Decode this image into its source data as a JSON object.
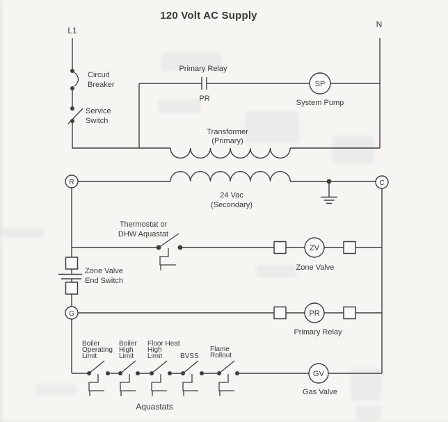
{
  "title": "120 Volt AC Supply",
  "colors": {
    "line": "#3e3e40",
    "text": "#39393b",
    "paper": "#f6f5f1",
    "paper_fill": "#f9f8f4"
  },
  "rails": {
    "l1": "L1",
    "n": "N"
  },
  "breaker": {
    "lines": [
      "Circuit",
      "Breaker"
    ]
  },
  "service": {
    "lines": [
      "Service",
      "Switch"
    ]
  },
  "relay_contact": {
    "label": "Primary Relay",
    "ref": "PR"
  },
  "pump": {
    "ref": "SP",
    "label": "System Pump"
  },
  "transformer": {
    "primary": [
      "Transformer",
      "(Primary)"
    ],
    "secondary": [
      "24 Vac",
      "(Secondary)"
    ]
  },
  "terminals": {
    "r": "R",
    "c": "C",
    "g": "G"
  },
  "thermostat": {
    "lines": [
      "Thermostat or",
      "DHW Aquastat"
    ]
  },
  "end_switch": {
    "lines": [
      "Zone Valve",
      "End Switch"
    ]
  },
  "zone_valve": {
    "ref": "ZV",
    "label": "Zone Valve"
  },
  "primary_relay": {
    "ref": "PR",
    "label": "Primary Relay"
  },
  "gas_valve": {
    "ref": "GV",
    "label": "Gas Valve"
  },
  "aquastats": {
    "caption": "Aquastats",
    "switches": [
      {
        "l1": "Boiler",
        "l2": "Operating",
        "l3": "Limit"
      },
      {
        "l1": "Boiler",
        "l2": "High",
        "l3": "Limit"
      },
      {
        "l1": "Floor Heat",
        "l2": "High",
        "l3": "Limit"
      },
      {
        "l1": "BVSS"
      },
      {
        "l1": "Flame",
        "l2": "Rollout"
      }
    ]
  }
}
